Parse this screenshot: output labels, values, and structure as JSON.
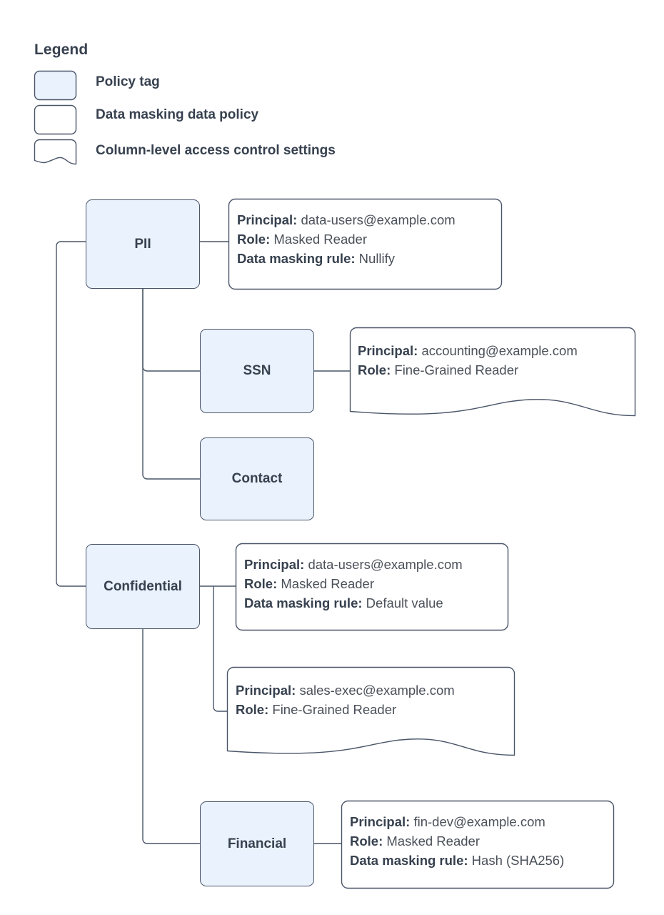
{
  "legend": {
    "title": "Legend",
    "items": [
      {
        "label": "Policy tag",
        "shape": "rounded-rect-filled",
        "fill": "#eaf2fd"
      },
      {
        "label": "Data masking data policy",
        "shape": "rounded-rect",
        "fill": "#ffffff"
      },
      {
        "label": "Column-level access control settings",
        "shape": "document-wave",
        "fill": "#ffffff"
      }
    ]
  },
  "colors": {
    "node_fill": "#eaf2fd",
    "node_stroke": "#4a5568",
    "callout_fill": "#ffffff",
    "callout_stroke": "#4a5568",
    "text": "#37414f",
    "connector": "#4a5568"
  },
  "nodes": [
    {
      "id": "pii",
      "label": "PII"
    },
    {
      "id": "ssn",
      "label": "SSN"
    },
    {
      "id": "contact",
      "label": "Contact"
    },
    {
      "id": "confidential",
      "label": "Confidential"
    },
    {
      "id": "financial",
      "label": "Financial"
    }
  ],
  "callouts": [
    {
      "id": "pii-policy",
      "for": "PII",
      "shape": "rounded-rect",
      "rows": [
        {
          "key": "Principal:",
          "value": "data-users@example.com"
        },
        {
          "key": "Role:",
          "value": "Masked Reader"
        },
        {
          "key": "Data masking rule:",
          "value": "Nullify"
        }
      ]
    },
    {
      "id": "ssn-access",
      "for": "SSN",
      "shape": "document-wave",
      "rows": [
        {
          "key": "Principal:",
          "value": "accounting@example.com"
        },
        {
          "key": "Role:",
          "value": "Fine-Grained Reader"
        }
      ]
    },
    {
      "id": "confidential-policy",
      "for": "Confidential",
      "shape": "rounded-rect",
      "rows": [
        {
          "key": "Principal:",
          "value": "data-users@example.com"
        },
        {
          "key": "Role:",
          "value": "Masked Reader"
        },
        {
          "key": "Data masking rule:",
          "value": "Default value"
        }
      ]
    },
    {
      "id": "confidential-access",
      "for": "Confidential",
      "shape": "document-wave",
      "rows": [
        {
          "key": "Principal:",
          "value": "sales-exec@example.com"
        },
        {
          "key": "Role:",
          "value": "Fine-Grained Reader"
        }
      ]
    },
    {
      "id": "financial-policy",
      "for": "Financial",
      "shape": "rounded-rect",
      "rows": [
        {
          "key": "Principal:",
          "value": "fin-dev@example.com"
        },
        {
          "key": "Role:",
          "value": "Masked Reader"
        },
        {
          "key": "Data masking rule:",
          "value": "Hash (SHA256)"
        }
      ]
    }
  ]
}
